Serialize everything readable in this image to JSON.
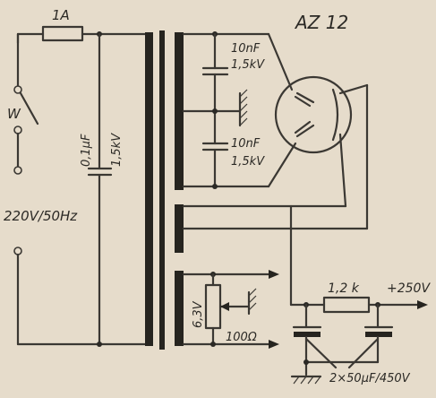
{
  "labels": {
    "fuse": "1A",
    "tube": "AZ 12",
    "switch": "W",
    "mains": "220V/50Hz",
    "mains_cap_value": "0,1µF",
    "mains_cap_voltage": "1,5kV",
    "hv_cap_top_value": "10nF",
    "hv_cap_top_voltage": "1,5kV",
    "hv_cap_bottom_value": "10nF",
    "hv_cap_bottom_voltage": "1,5kV",
    "heater_voltage": "6,3V",
    "pot_value": "100Ω",
    "resistor_value": "1,2 k",
    "output_voltage": "+250V",
    "filter_caps": "2×50µF/450V"
  }
}
